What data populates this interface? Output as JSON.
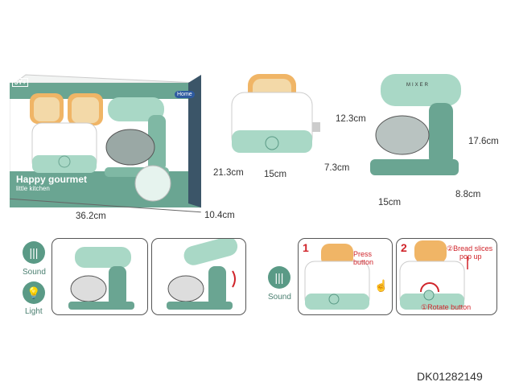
{
  "box": {
    "age_badge": "3Y+",
    "title": "Happy gourmet",
    "subtitle": "little kitchen",
    "brand": "Home",
    "width": "36.2cm",
    "depth": "10.4cm"
  },
  "toaster": {
    "height": "12.3cm",
    "width": "15cm",
    "depth": "7.3cm",
    "length": "21.3cm"
  },
  "mixer": {
    "height": "17.6cm",
    "width": "15cm",
    "depth": "8.8cm",
    "label": "MIXER"
  },
  "features_left": [
    {
      "icon": "sound-wave-icon",
      "label": "Sound"
    },
    {
      "icon": "light-bulb-icon",
      "label": "Light"
    }
  ],
  "features_right": [
    {
      "icon": "sound-wave-icon",
      "label": "Sound"
    }
  ],
  "steps": [
    {
      "number": "1",
      "instruction": "Press button"
    },
    {
      "number": "2",
      "instruction_a": "②Bread slices",
      "instruction_b": "pop up",
      "instruction_c": "①Rotate button"
    }
  ],
  "product_code": "DK01282149",
  "colors": {
    "mint": "#a9d8c6",
    "green": "#5a9a86",
    "bread": "#f0b566",
    "red": "#d0242a"
  }
}
